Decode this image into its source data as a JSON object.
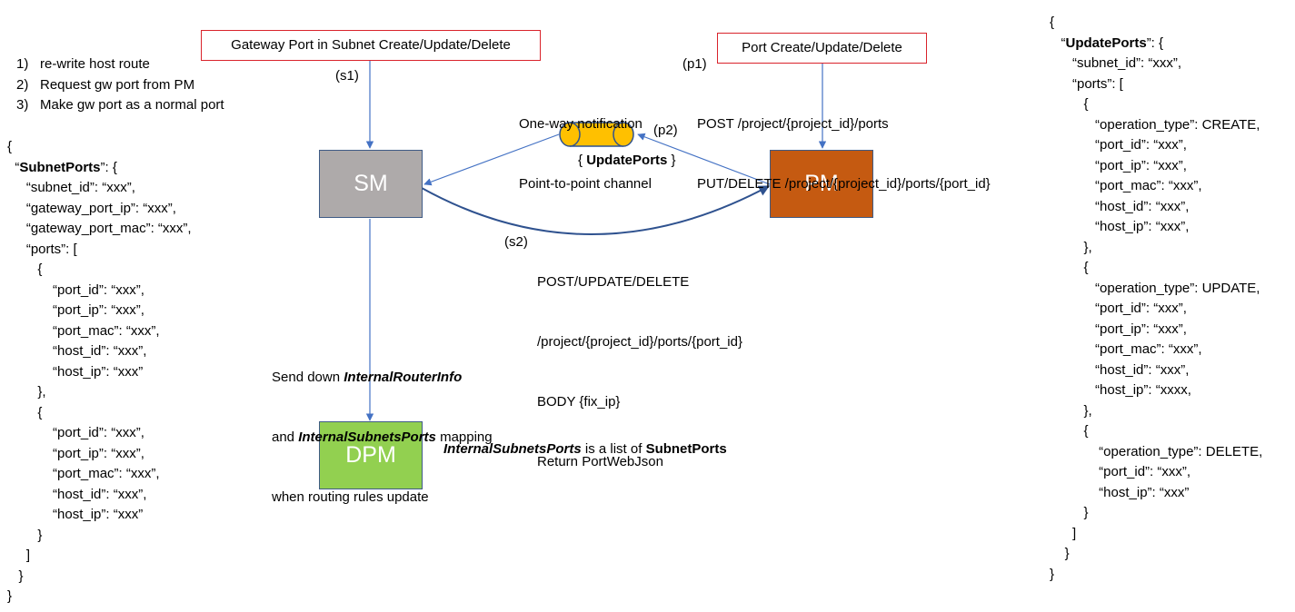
{
  "triggers": {
    "gateway": "Gateway Port in Subnet Create/Update/Delete",
    "port": "Port Create/Update/Delete"
  },
  "steps": [
    "re-write host route",
    "Request gw port from PM",
    "Make gw port as a normal port"
  ],
  "step_numbers": [
    "1)",
    "2)",
    "3)"
  ],
  "nodes": {
    "sm": "SM",
    "pm": "PM",
    "dpm": "DPM"
  },
  "colors": {
    "sm": "#aeaaaa",
    "pm": "#c55a11",
    "dpm": "#92d050",
    "trigger_border": "#d9232b",
    "arrow": "#4472c4",
    "channel": "#ffc000"
  },
  "labels": {
    "s1": "(s1)",
    "s2": "(s2)",
    "p1": "(p1)",
    "p2": "(p2)"
  },
  "channel": {
    "line1": "One-way notification",
    "line2": "Point-to-point channel",
    "payload_open": "{ ",
    "payload_name": "UpdatePorts",
    "payload_close": " }"
  },
  "p1_api": {
    "line1": "POST /project/{project_id}/ports",
    "line2": "PUT/DELETE /project/{project_id}/ports/{port_id}"
  },
  "s2_api": {
    "line1": "POST/UPDATE/DELETE",
    "line2": "/project/{project_id}/ports/{port_id}",
    "line3": "BODY {fix_ip}",
    "line4": "Return PortWebJson"
  },
  "send_down": {
    "line1_prefix": "Send down ",
    "line1_bold": "InternalRouterInfo",
    "line2_prefix": "and ",
    "line2_bold": "InternalSubnetsPorts",
    "line2_suffix": " mapping",
    "line3": "when routing rules update"
  },
  "dpm_note": {
    "bold_italic": "InternalSubnetsPorts",
    "middle": " is a list of ",
    "bold": "SubnetPorts"
  },
  "subnet_ports_json": {
    "name": "SubnetPorts",
    "lines_before_name": [
      "{"
    ],
    "name_prefix": "  “",
    "name_suffix": "”: {",
    "lines_after_name": [
      "     “subnet_id”: “xxx”,",
      "     “gateway_port_ip”: “xxx”,",
      "     “gateway_port_mac”: “xxx”,",
      "     “ports”: [",
      "        {",
      "            “port_id”: “xxx”,",
      "            “port_ip”: “xxx”,",
      "            “port_mac”: “xxx”,",
      "            “host_id”: “xxx”,",
      "            “host_ip”: “xxx”",
      "        },",
      "        {",
      "            “port_id”: “xxx”,",
      "            “port_ip”: “xxx”,",
      "            “port_mac”: “xxx”,",
      "            “host_id”: “xxx”,",
      "            “host_ip”: “xxx”",
      "        }",
      "     ]",
      "   }",
      "}"
    ]
  },
  "update_ports_json": {
    "name": "UpdatePorts",
    "lines_before_name": [
      "{"
    ],
    "name_prefix": "   “",
    "name_suffix": "”: {",
    "lines_after_name": [
      "      “subnet_id”: “xxx”,",
      "      “ports”: [",
      "         {",
      "            “operation_type”: CREATE,",
      "            “port_id”: “xxx”,",
      "            “port_ip”: “xxx”,",
      "            “port_mac”: “xxx”,",
      "            “host_id”: “xxx”,",
      "            “host_ip”: “xxx”,",
      "         },",
      "         {",
      "            “operation_type”: UPDATE,",
      "            “port_id”: “xxx”,",
      "            “port_ip”: “xxx”,",
      "            “port_mac”: “xxx”,",
      "            “host_id”: “xxx”,",
      "            “host_ip”: “xxxx,",
      "         },",
      "         {",
      "             “operation_type”: DELETE,",
      "             “port_id”: “xxx”,",
      "             “host_ip”: “xxx”",
      "         }",
      "      ]",
      "    }",
      "}"
    ]
  }
}
